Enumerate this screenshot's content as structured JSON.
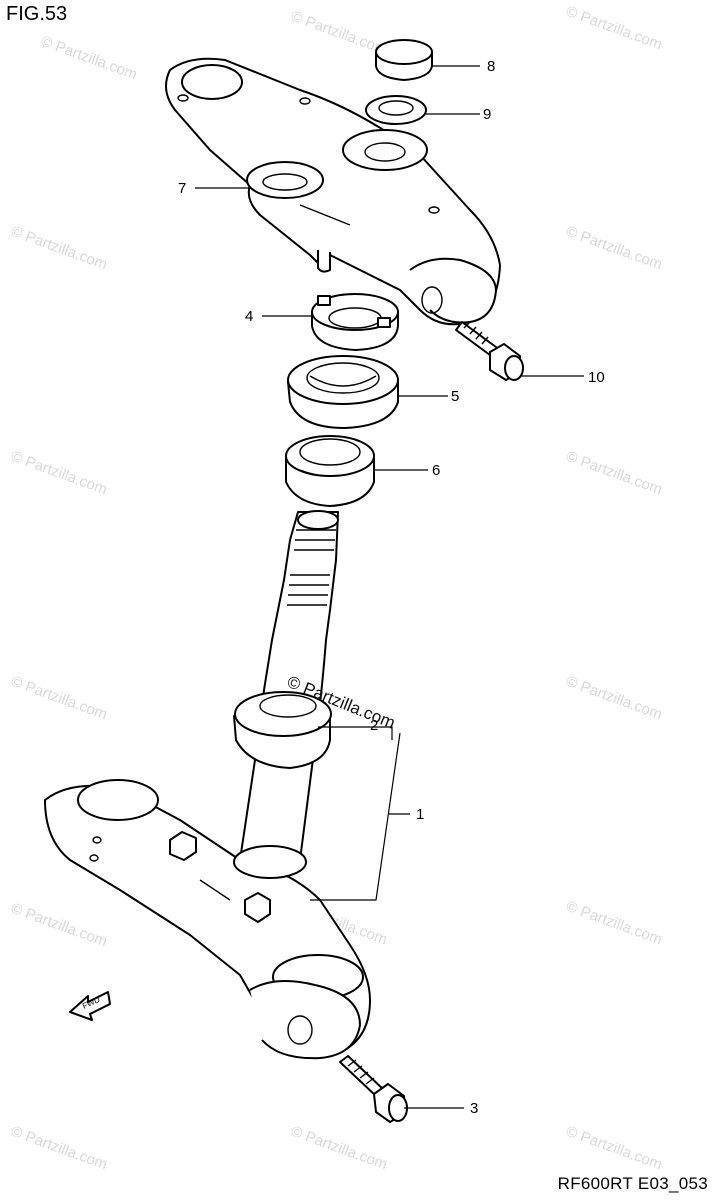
{
  "figure": {
    "title": "FIG.53"
  },
  "footer": {
    "code": "RF600RT E03_053"
  },
  "watermark": {
    "text": "© Partzilla.com"
  },
  "callouts": [
    {
      "id": "1",
      "label": "1"
    },
    {
      "id": "2",
      "label": "2"
    },
    {
      "id": "3",
      "label": "3"
    },
    {
      "id": "4",
      "label": "4"
    },
    {
      "id": "5",
      "label": "5"
    },
    {
      "id": "6",
      "label": "6"
    },
    {
      "id": "7",
      "label": "7"
    },
    {
      "id": "8",
      "label": "8"
    },
    {
      "id": "9",
      "label": "9"
    },
    {
      "id": "10",
      "label": "10"
    }
  ],
  "direction_arrow": {
    "label": "FWD"
  }
}
